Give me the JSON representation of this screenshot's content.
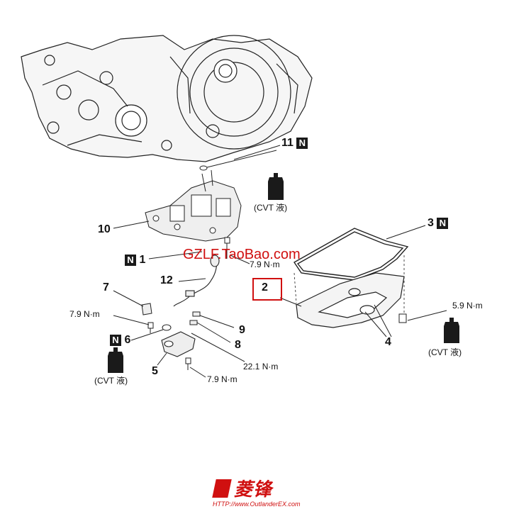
{
  "diagram": {
    "parts": {
      "p1": "1",
      "p2": "2",
      "p3": "3",
      "p4": "4",
      "p5": "5",
      "p6": "6",
      "p7": "7",
      "p8": "8",
      "p9": "9",
      "p10": "10",
      "p11": "11",
      "p12": "12"
    },
    "badge": "N",
    "torques": {
      "t_upper": "7.9 N·m",
      "t_left": "7.9 N·m",
      "t_right": "5.9 N·m",
      "t_mid": "22.1 N·m",
      "t_bottom": "7.9 N·m"
    },
    "fluid_label": "(CVT 液)"
  },
  "watermark": {
    "text": "GZLF.TaoBao.com"
  },
  "logo": {
    "text": "菱锋",
    "url": "HTTP://www.OutlanderEX.com"
  }
}
